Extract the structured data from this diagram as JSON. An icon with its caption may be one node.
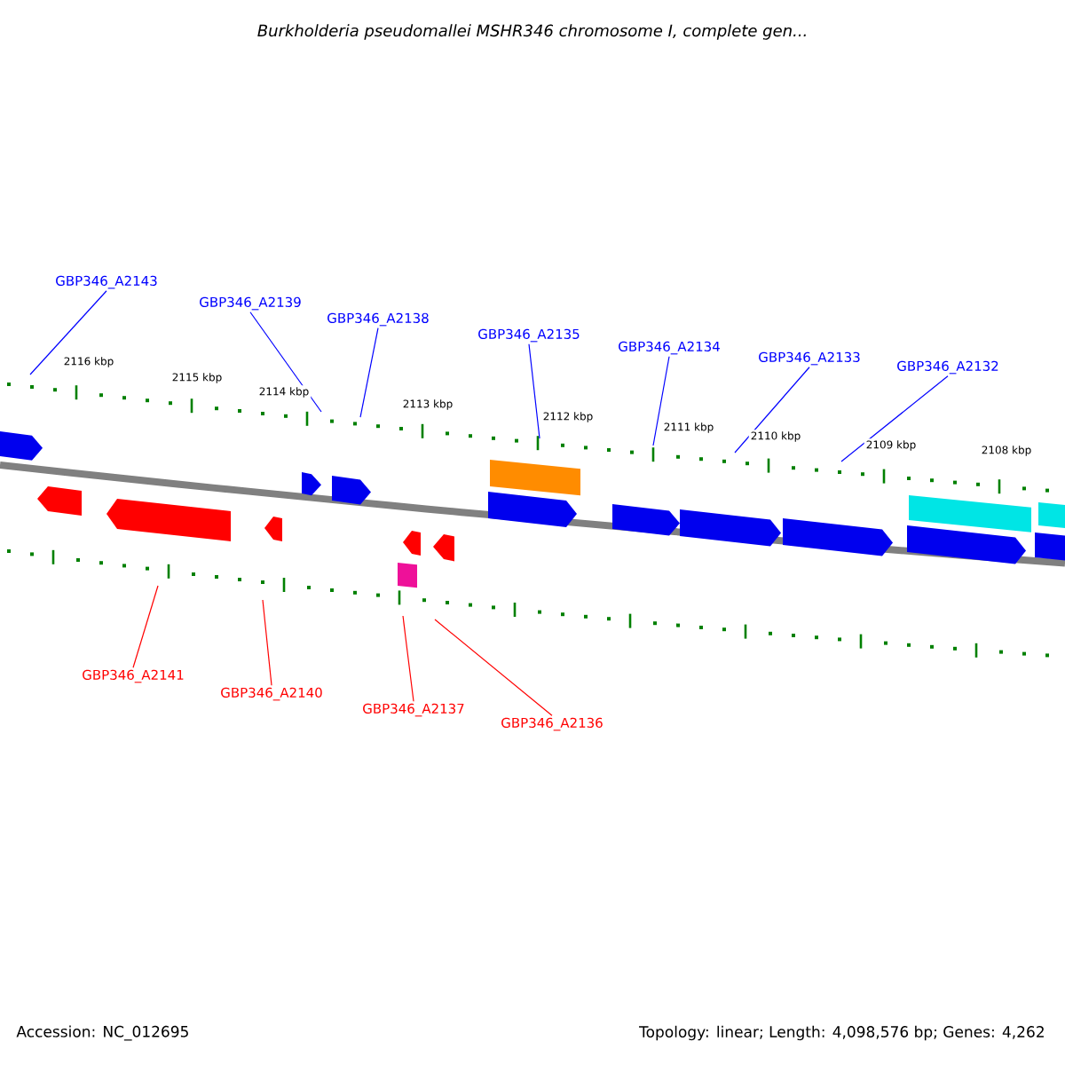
{
  "diagram": {
    "title": "Burkholderia pseudomallei MSHR346 chromosome I, complete gen...",
    "nodes": [
      {
        "text": [
          "GBP346_A2143"
        ]
      },
      {
        "text": [
          "GBP346_A2139"
        ]
      },
      {
        "text": [
          "GBP346_A2138"
        ]
      },
      {
        "text": [
          "GBP346_A2135"
        ]
      },
      {
        "text": [
          "GBP346_A2134"
        ]
      },
      {
        "text": [
          "GBP346_A2133"
        ]
      },
      {
        "text": [
          "GBP346_A2132"
        ]
      },
      {
        "text": [
          "GBP346_A2141"
        ]
      },
      {
        "text": [
          "GBP346_A2140"
        ]
      },
      {
        "text": [
          "GBP346_A2137"
        ]
      },
      {
        "text": [
          "GBP346_A2136"
        ]
      }
    ],
    "edges": [
      {
        "from": 0,
        "to": null,
        "arrow": "none"
      },
      {
        "from": 1,
        "to": null,
        "arrow": "none"
      },
      {
        "from": 2,
        "to": null,
        "arrow": "none"
      },
      {
        "from": 3,
        "to": null,
        "arrow": "none"
      },
      {
        "from": 4,
        "to": null,
        "arrow": "none"
      },
      {
        "from": 5,
        "to": null,
        "arrow": "none"
      },
      {
        "from": 6,
        "to": null,
        "arrow": "none"
      },
      {
        "from": 7,
        "to": null,
        "arrow": "none",
        "color": "#ff0000"
      },
      {
        "from": 8,
        "to": null,
        "arrow": "none",
        "color": "#ff0000"
      },
      {
        "from": 9,
        "to": null,
        "arrow": "none",
        "color": "#ff0000"
      },
      {
        "from": 10,
        "to": null,
        "arrow": "none",
        "color": "#ff0000"
      }
    ],
    "labels": [
      "2116 kbp",
      "2115 kbp",
      "2114 kbp",
      "2113 kbp",
      "2112 kbp",
      "2111 kbp",
      "2110 kbp",
      "2109 kbp",
      "2108 kbp",
      "Accession: NC_012695",
      "Topology: linear; Length: 4,098,576 bp; Genes: 4,262"
    ]
  }
}
